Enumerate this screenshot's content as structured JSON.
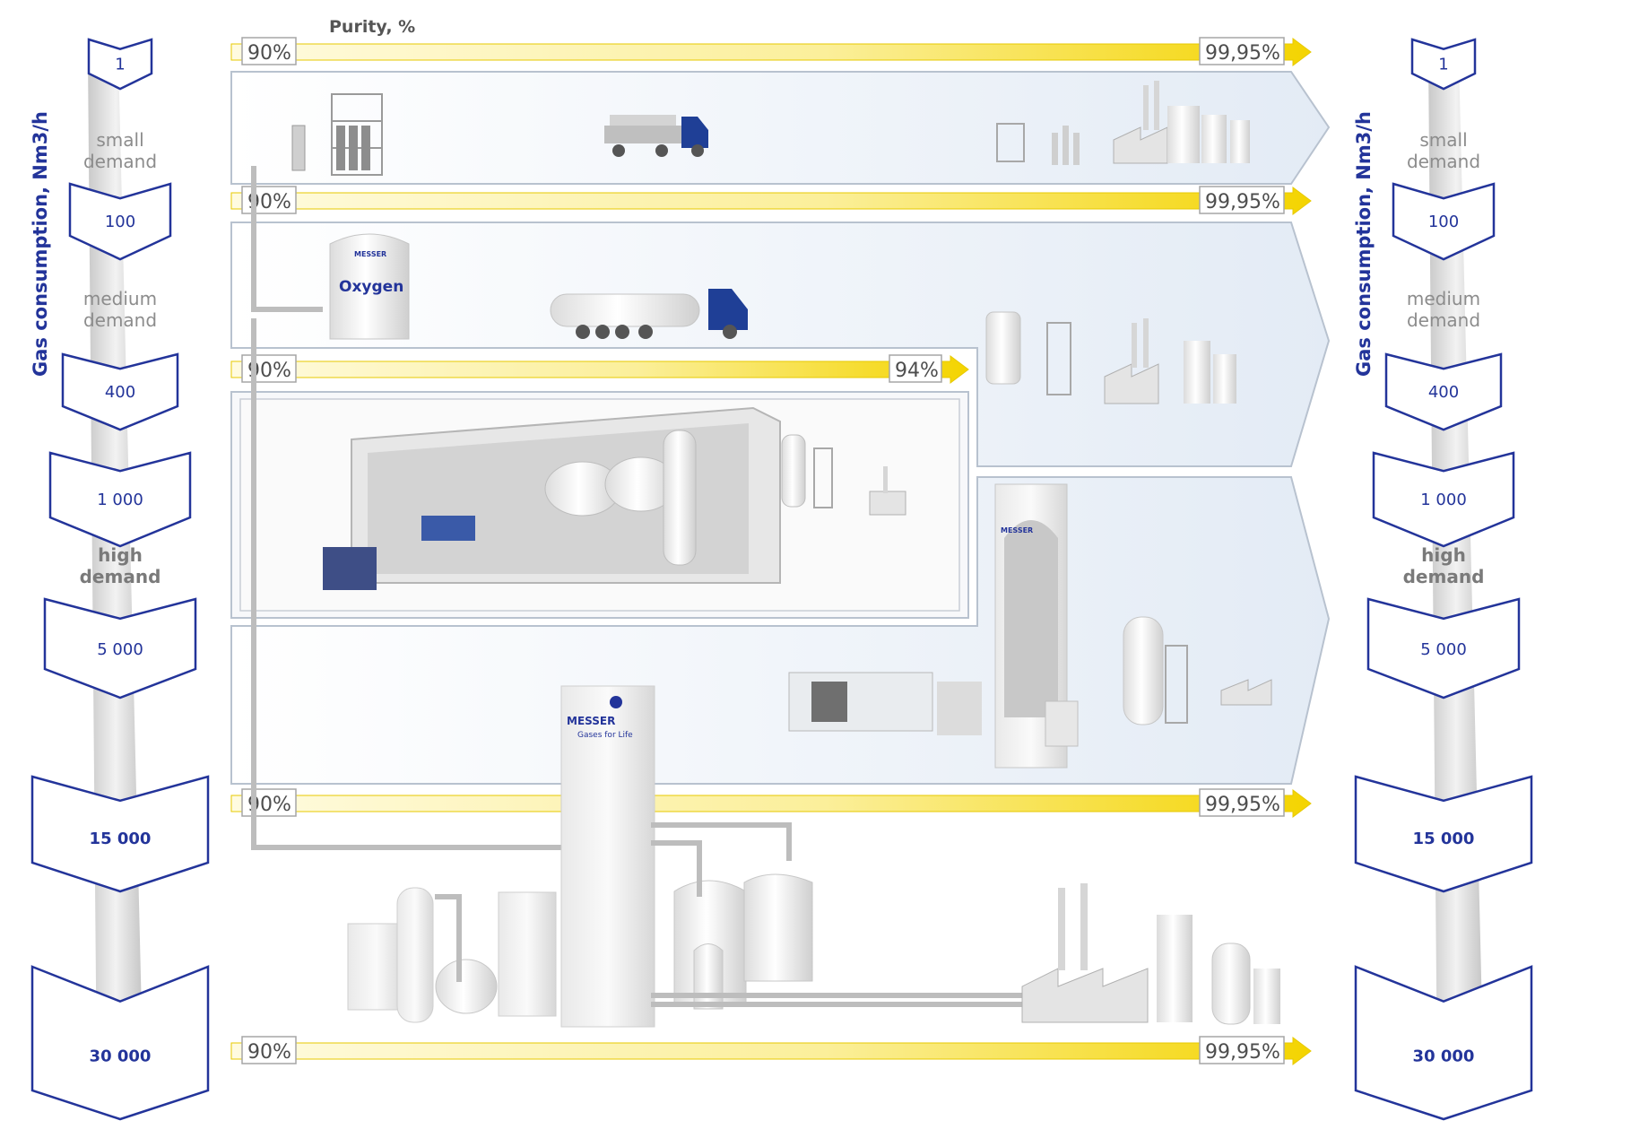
{
  "purity_title": "Purity, %",
  "axis_title": "Gas consumption, Nm3/h",
  "oxygen_label": "Oxygen",
  "brand": "MESSER",
  "brand_tagline": "Gases for Life",
  "demand_zones": [
    {
      "label_line1": "small",
      "label_line2": "demand",
      "bold": false
    },
    {
      "label_line1": "medium",
      "label_line2": "demand",
      "bold": false
    },
    {
      "label_line1": "high",
      "label_line2": "demand",
      "bold": true
    }
  ],
  "consumption_markers": [
    "1",
    "100",
    "400",
    "1 000",
    "5 000",
    "15 000",
    "30 000"
  ],
  "purity_bars": [
    {
      "from": "90%",
      "to": "99,95%"
    },
    {
      "from": "90%",
      "to": "99,95%"
    },
    {
      "from": "90%",
      "to": "94%"
    },
    {
      "from": "90%",
      "to": "99,95%"
    },
    {
      "from": "90%",
      "to": "99,95%"
    }
  ],
  "colors": {
    "accent_blue": "#23349a",
    "arrow_yellow": "#f7e13a",
    "panel_bg": "#eef3f9",
    "column_gray": "#d9d9d9"
  }
}
